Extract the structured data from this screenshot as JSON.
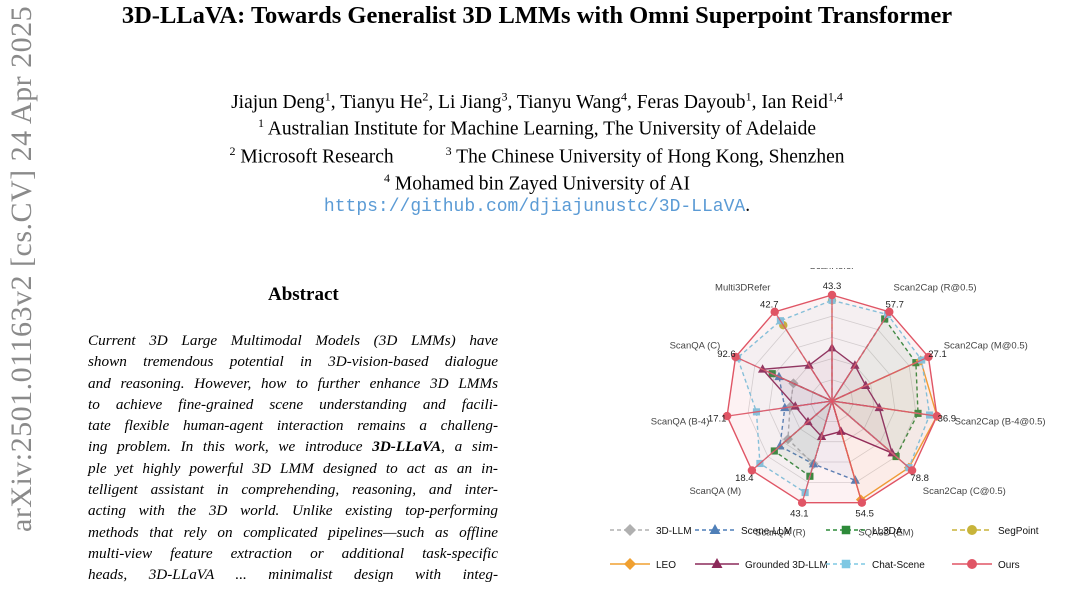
{
  "arxiv_stamp": "arXiv:2501.01163v2  [cs.CV]  24 Apr 2025",
  "title": "3D-LLaVA: Towards Generalist 3D LMMs with Omni Superpoint Transformer",
  "authors": [
    {
      "name": "Jiajun Deng",
      "sup": "1"
    },
    {
      "name": "Tianyu He",
      "sup": "2"
    },
    {
      "name": "Li Jiang",
      "sup": "3"
    },
    {
      "name": "Tianyu Wang",
      "sup": "4"
    },
    {
      "name": "Feras Dayoub",
      "sup": "1"
    },
    {
      "name": "Ian Reid",
      "sup": "1,4"
    }
  ],
  "affiliations": {
    "a1": {
      "sup": "1",
      "text": "Australian Institute for Machine Learning, The University of Adelaide"
    },
    "a2": {
      "sup": "2",
      "text": "Microsoft Research"
    },
    "a3": {
      "sup": "3",
      "text": "The Chinese University of Hong Kong, Shenzhen"
    },
    "a4": {
      "sup": "4",
      "text": "Mohamed bin Zayed University of AI"
    }
  },
  "link": "https://github.com/djiajunustc/3D-LLaVA",
  "link_suffix": ".",
  "abstract_heading": "Abstract",
  "abstract_lines": [
    "Current 3D Large Multimodal Models (3D LMMs) have",
    "shown tremendous potential in 3D-vision-based dialogue",
    "and reasoning. However, how to further enhance 3D LMMs",
    "to achieve fine-grained scene understanding and facili-",
    "tate flexible human-agent interaction remains a challeng-",
    "ing problem. In this work, we introduce ",
    "ple yet highly powerful 3D LMM designed to act as an in-",
    "telligent assistant in comprehending, reasoning, and inter-",
    "acting with the 3D world. Unlike existing top-performing",
    "methods that rely on complicated pipelines—such as offline",
    "multi-view feature extraction or additional task-specific",
    "heads, 3D-LLaVA ... minimalist design with integ-"
  ],
  "abstract_bold": "3D-LLaVA",
  "abstract_line6_tail": ", a sim-",
  "chart_data": {
    "type": "radar",
    "axes": [
      "ScanRefer",
      "Scan2Cap (R@0.5)",
      "Scan2Cap (M@0.5)",
      "Scan2Cap (B-4@0.5)",
      "Scan2Cap (C@0.5)",
      "SQA3D (EM)",
      "ScanQA (R)",
      "ScanQA (M)",
      "ScanQA (B-4)",
      "ScanQA (C)",
      "Multi3DRefer"
    ],
    "max_labels": [
      "43.3",
      "57.7",
      "27.1",
      "36.9",
      "78.8",
      "54.5",
      "43.1",
      "18.4",
      "17.1",
      "92.6",
      "42.7"
    ],
    "series": [
      {
        "name": "3D-LLM",
        "color": "#b0b0b0",
        "marker": "diamond",
        "dash": "4,3",
        "values": [
          null,
          null,
          null,
          null,
          null,
          null,
          0.62,
          0.55,
          0.4,
          0.4,
          null
        ]
      },
      {
        "name": "Scene-LLM",
        "color": "#4f7fb8",
        "marker": "triangle",
        "dash": "4,3",
        "values": [
          null,
          null,
          null,
          null,
          null,
          0.78,
          0.62,
          0.65,
          0.45,
          0.55,
          null
        ]
      },
      {
        "name": "LL3DA",
        "color": "#2e8b3a",
        "marker": "square",
        "dash": "4,3",
        "values": [
          null,
          0.92,
          0.87,
          0.82,
          0.8,
          null,
          0.74,
          0.72,
          null,
          0.62,
          null
        ]
      },
      {
        "name": "SegPoint",
        "color": "#c8b43a",
        "marker": "circle",
        "dash": "5,3",
        "values": [
          0.95,
          null,
          null,
          null,
          null,
          null,
          null,
          null,
          null,
          null,
          0.85
        ]
      },
      {
        "name": "LEO",
        "color": "#f0a030",
        "marker": "diamond",
        "dash": "",
        "values": [
          null,
          null,
          0.92,
          1.0,
          0.96,
          0.97,
          null,
          null,
          null,
          null,
          null
        ]
      },
      {
        "name": "Grounded 3D-LLM",
        "color": "#8c2a5a",
        "marker": "triangle",
        "dash": "",
        "values": [
          0.5,
          0.4,
          0.35,
          0.45,
          0.75,
          0.3,
          0.35,
          0.3,
          0.35,
          0.72,
          0.4
        ]
      },
      {
        "name": "Chat-Scene",
        "color": "#7ec8e3",
        "marker": "square",
        "dash": "4,3",
        "values": [
          0.95,
          0.97,
          0.93,
          0.93,
          0.96,
          null,
          0.9,
          0.9,
          0.72,
          0.98,
          0.9
        ]
      },
      {
        "name": "Ours",
        "color": "#e05565",
        "marker": "circle",
        "dash": "",
        "values": [
          1.0,
          1.0,
          1.0,
          1.0,
          1.0,
          1.0,
          1.0,
          1.0,
          1.0,
          1.0,
          1.0
        ]
      }
    ]
  }
}
